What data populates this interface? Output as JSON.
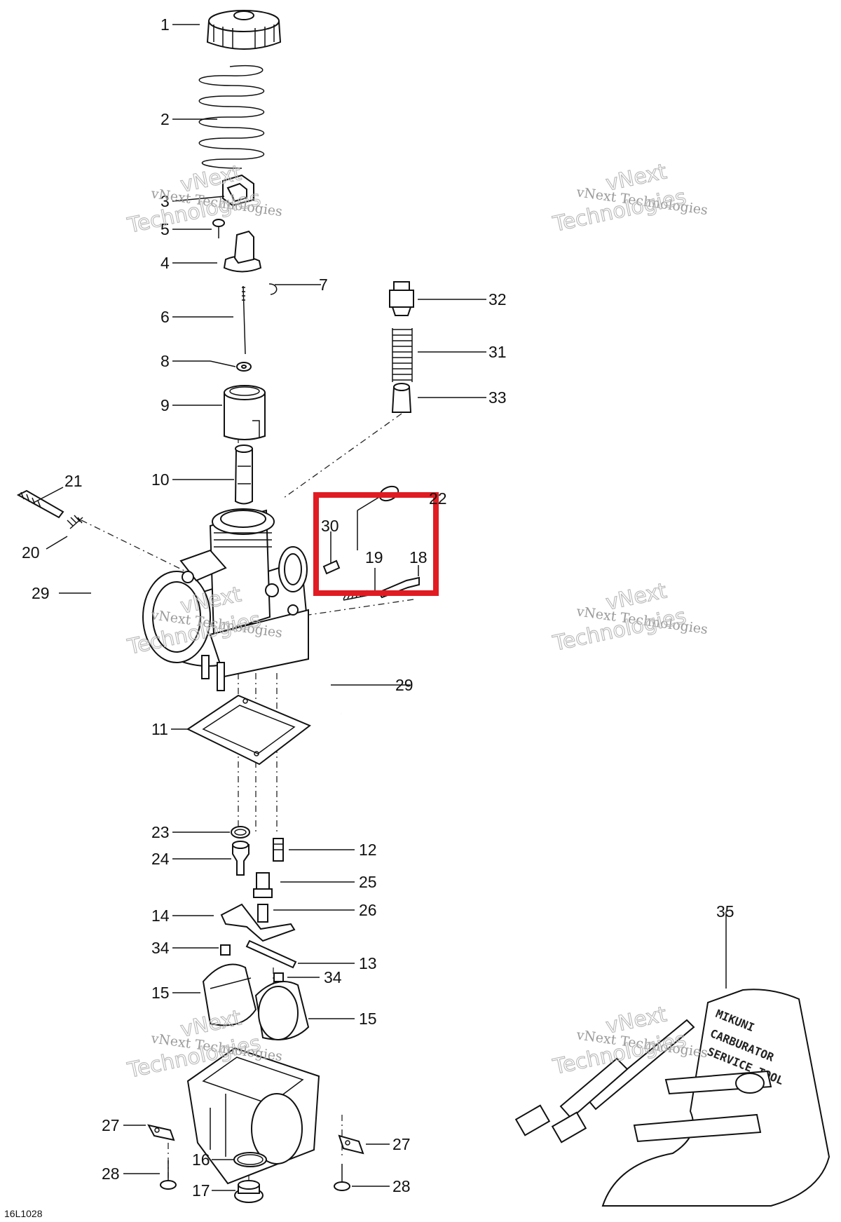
{
  "diagram": {
    "code": "16L1028",
    "callouts": [
      "1",
      "2",
      "3",
      "5",
      "4",
      "7",
      "32",
      "6",
      "31",
      "8",
      "33",
      "9",
      "10",
      "21",
      "22",
      "30",
      "19",
      "18",
      "20",
      "29",
      "29",
      "11",
      "23",
      "12",
      "24",
      "25",
      "14",
      "26",
      "34",
      "13",
      "34",
      "15",
      "15",
      "27",
      "27",
      "16",
      "28",
      "17",
      "28",
      "35"
    ],
    "watermark": {
      "line1": "vNext Technologies",
      "line2": "vNext",
      "line3": "Technologies"
    },
    "tool_kit_text": [
      "MIKUNI",
      "CARBURATOR",
      "SERVICE TOOL"
    ],
    "highlight_color": "#e11b22"
  }
}
